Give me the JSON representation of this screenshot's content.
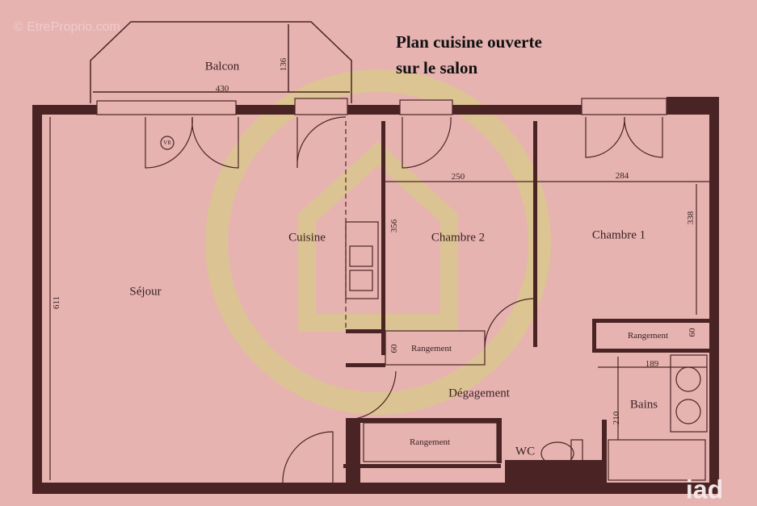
{
  "watermark": "© EtreProprio.com",
  "title_line1": "Plan cuisine ouverte",
  "title_line2": "sur le salon",
  "rooms": {
    "balcon": "Balcon",
    "cuisine": "Cuisine",
    "chambre2": "Chambre 2",
    "chambre1": "Chambre 1",
    "sejour": "Séjour",
    "rangement_cuisine": "Rangement",
    "rangement_chambre1": "Rangement",
    "rangement_bas": "Rangement",
    "degagement": "Dégagement",
    "wc": "WC",
    "bains": "Bains"
  },
  "dimensions": {
    "balcon_width": "430",
    "balcon_depth": "136",
    "chambre2_width": "250",
    "chambre2_depth": "356",
    "chambre1_width": "284",
    "chambre1_depth": "338",
    "sejour_depth": "611",
    "rangement_cuisine_depth": "60",
    "rangement_chambre1_depth": "60",
    "bains_width": "189",
    "bains_depth": "210"
  },
  "vr_label": "VR",
  "logo_text": "iad",
  "colors": {
    "background": "#e6b3b1",
    "walls": "#4a2424",
    "watermark_logo": "#d9c98a"
  }
}
